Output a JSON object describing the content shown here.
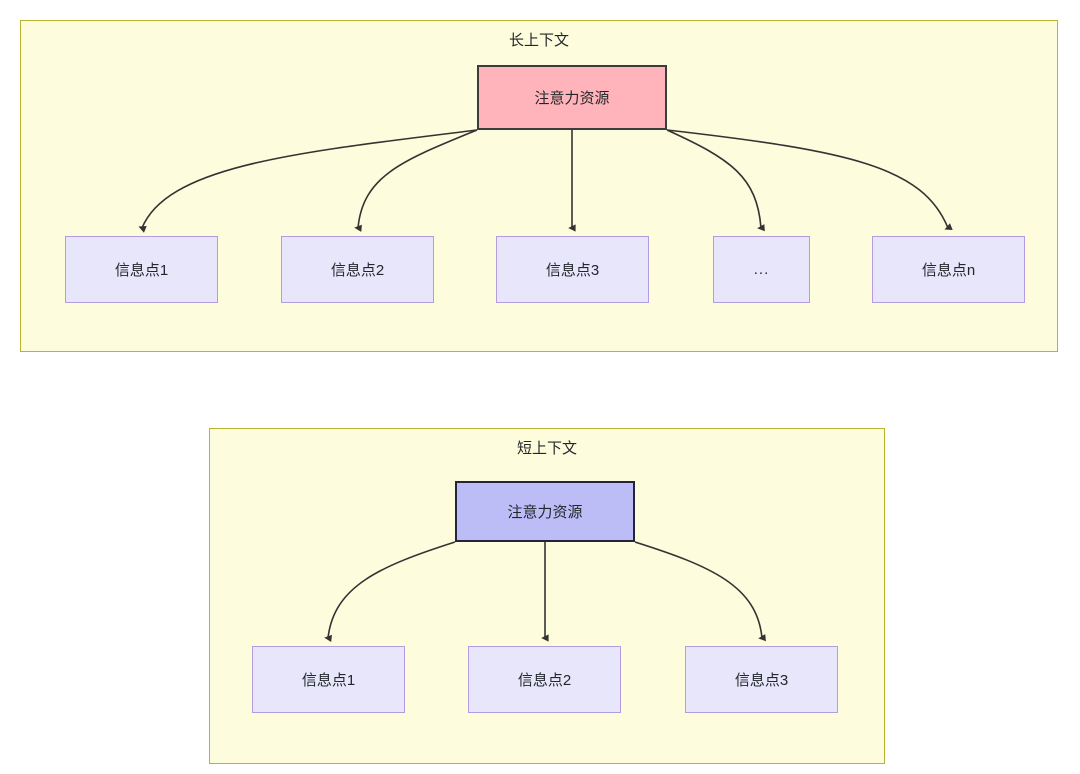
{
  "diagram": {
    "title_hidden": "",
    "colors": {
      "panel_fill": "#FDFCDC",
      "panel_border": "#B5B533",
      "root_long_fill": "#FFB3BA",
      "root_long_border": "#3C3C3C",
      "root_short_fill": "#BCBCF7",
      "root_short_border": "#24243A",
      "info_fill": "#E7E6FB",
      "info_border": "#B39DE0",
      "arrow_stroke": "#333333",
      "text": "#23272b"
    },
    "panels": [
      {
        "id": "long-context",
        "title": "长上下文",
        "root": {
          "label": "注意力资源"
        },
        "children": [
          {
            "label": "信息点1"
          },
          {
            "label": "信息点2"
          },
          {
            "label": "信息点3"
          },
          {
            "label": "..."
          },
          {
            "label": "信息点n"
          }
        ]
      },
      {
        "id": "short-context",
        "title": "短上下文",
        "root": {
          "label": "注意力资源"
        },
        "children": [
          {
            "label": "信息点1"
          },
          {
            "label": "信息点2"
          },
          {
            "label": "信息点3"
          }
        ]
      }
    ]
  }
}
